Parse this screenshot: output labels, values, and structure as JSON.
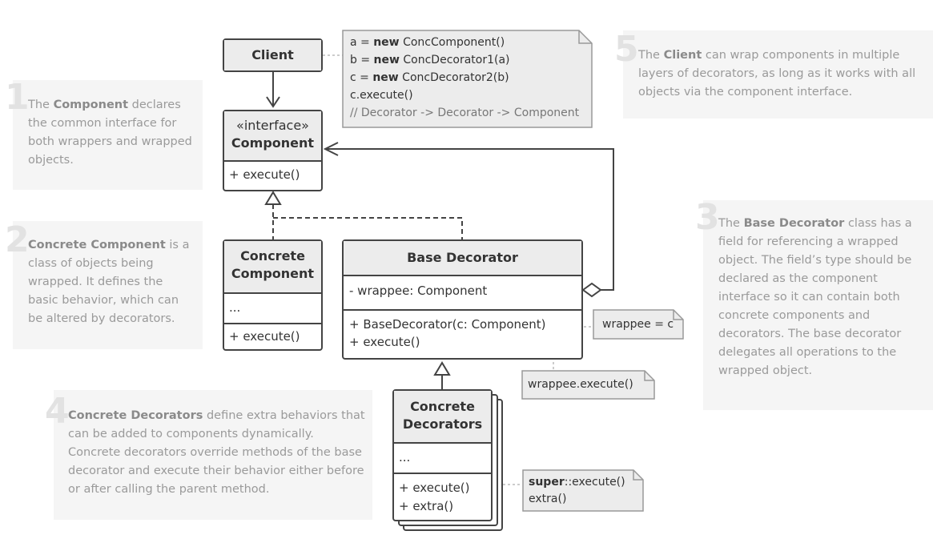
{
  "notes": [
    {
      "number": "1",
      "bold": "Component",
      "rest": " declares the common interface for both wrappers and wrapped objects.",
      "lead": "The ",
      "lines": [
        "The Component declares",
        "the common interface for",
        "both wrappers and",
        "wrapped objects."
      ]
    },
    {
      "number": "2",
      "bold": "Concrete Component",
      "rest": " is a class of objects being wrapped. It defines the basic behavior, which can be altered by decorators."
    },
    {
      "number": "3",
      "lead": "The ",
      "bold": "Base Decorator",
      "rest": " class has a field for referencing a wrapped object. The field’s type should be declared as the component interface so it can contain both concrete components and decorators. The base decorator delegates all operations to the wrapped object."
    },
    {
      "number": "4",
      "bold": "Concrete Decorators",
      "rest": " define extra behaviors that can be added to components dynamically. Concrete decorators override methods of the base decorator and execute their behavior either before or after calling the parent method."
    },
    {
      "number": "5",
      "lead": "The ",
      "bold": "Client",
      "rest": " can wrap components in multiple layers of decorators, as long as it works with all objects via the component interface."
    }
  ],
  "classes": {
    "client": {
      "name": "Client"
    },
    "component": {
      "stereotype": "«interface»",
      "name": "Component",
      "methods": [
        "+ execute()"
      ]
    },
    "concrete_component": {
      "name_line1": "Concrete",
      "name_line2": "Component",
      "fields": "...",
      "methods": [
        "+ execute()"
      ]
    },
    "base_decorator": {
      "name": "Base Decorator",
      "fields": "- wrappee: Component",
      "methods": [
        "+ BaseDecorator(c: Component)",
        "+ execute()"
      ]
    },
    "concrete_decorators": {
      "name_line1": "Concrete",
      "name_line2": "Decorators",
      "fields": "...",
      "methods": [
        "+ execute()",
        "+ extra()"
      ]
    }
  },
  "code_note": {
    "lines": [
      {
        "pre": "a = ",
        "kw": "new",
        "post": " ConcComponent()"
      },
      {
        "pre": "b = ",
        "kw": "new",
        "post": " ConcDecorator1(a)"
      },
      {
        "pre": "c = ",
        "kw": "new",
        "post": " ConcDecorator2(b)"
      },
      {
        "pre": "c.execute()",
        "kw": "",
        "post": ""
      },
      {
        "pre": "// Decorator -> Decorator -> Component",
        "kw": "",
        "post": ""
      }
    ]
  },
  "small_notes": {
    "wrappee_assign": "wrappee = c",
    "wrappee_execute": "wrappee.execute()",
    "super_kw": "super",
    "super_rest": "::execute()",
    "extra": "extra()"
  },
  "colors": {
    "line": "#444444",
    "note_bg": "#ececec",
    "panel_bg": "#f5f5f5",
    "number": "#e2e2e2"
  }
}
